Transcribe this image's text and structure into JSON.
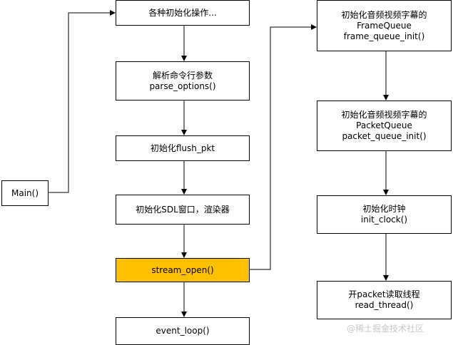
{
  "nodes": {
    "main": "Main()",
    "init_ops": "各种初始化操作...",
    "parse_title": "解析命令行参数",
    "parse_code": "parse_options()",
    "flush": "初始化flush_pkt",
    "sdl": "初始化SDL窗口，渲染器",
    "stream_open": "stream_open()",
    "event_loop": "event_loop()",
    "fq_line1": "初始化音频视频字幕的",
    "fq_line2": "FrameQueue",
    "fq_line3": "frame_queue_init()",
    "pq_line1": "初始化音频视频字幕的",
    "pq_line2": "PacketQueue",
    "pq_line3": "packet_queue_init()",
    "clock_line1": "初始化时钟",
    "clock_line2": "init_clock()",
    "read_line1": "开packet读取线程",
    "read_line2": "read_thread()"
  },
  "colors": {
    "highlight": "#FFC000",
    "border": "#000000"
  },
  "watermark": "@稀土掘金技术社区"
}
